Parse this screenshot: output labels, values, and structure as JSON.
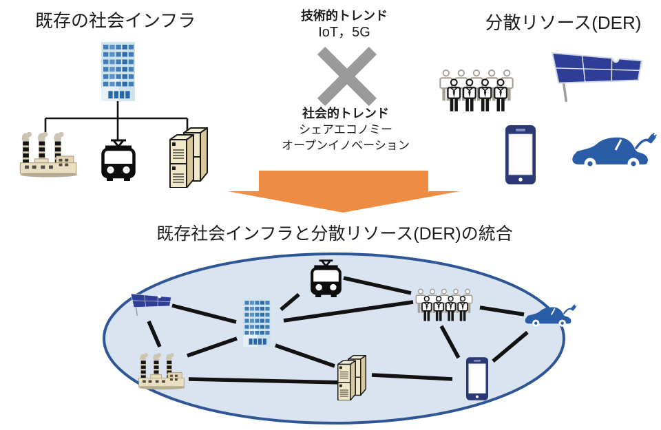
{
  "colors": {
    "arrow": "#ED8C42",
    "multiply": "#9A9A9A",
    "ellipse_fill": "#DAE3F0",
    "ellipse_stroke": "#2E5694",
    "edge_black": "#121212",
    "building_window": "#3F7CB8",
    "factory_beige": "#E9DFC3",
    "server_beige": "#F1E7C9",
    "der_navy": "#2A3876",
    "solar_navy": "#2E3D96",
    "car_blue": "#2B5CA6"
  },
  "top_left": {
    "title": "既存の社会インフラ",
    "icons": [
      "building-icon",
      "factory-icon",
      "tram-icon",
      "server-icon"
    ]
  },
  "center": {
    "technical_heading": "技術的トレンド",
    "technical_items": "IoT，5G",
    "multiply_icon": "×",
    "social_heading": "社会的トレンド",
    "social_item_1": "シェアエコノミー",
    "social_item_2": "オープンイノベーション"
  },
  "top_right": {
    "title": "分散リソース(DER)",
    "icons": [
      "crowd-icon",
      "solar-panel-icon",
      "smartphone-icon",
      "ev-car-icon"
    ]
  },
  "bottom": {
    "title": "既存社会インフラと分散リソース(DER)の統合",
    "nodes": [
      "solar-panel",
      "tram",
      "building",
      "crowd",
      "ev-car",
      "factory",
      "server",
      "smartphone"
    ],
    "edges": [
      [
        "solar-panel",
        "building"
      ],
      [
        "solar-panel",
        "factory"
      ],
      [
        "factory",
        "building"
      ],
      [
        "factory",
        "server"
      ],
      [
        "building",
        "tram"
      ],
      [
        "building",
        "crowd"
      ],
      [
        "tram",
        "crowd"
      ],
      [
        "building",
        "server"
      ],
      [
        "server",
        "smartphone"
      ],
      [
        "crowd",
        "smartphone"
      ],
      [
        "crowd",
        "ev-car"
      ],
      [
        "smartphone",
        "ev-car"
      ]
    ]
  }
}
